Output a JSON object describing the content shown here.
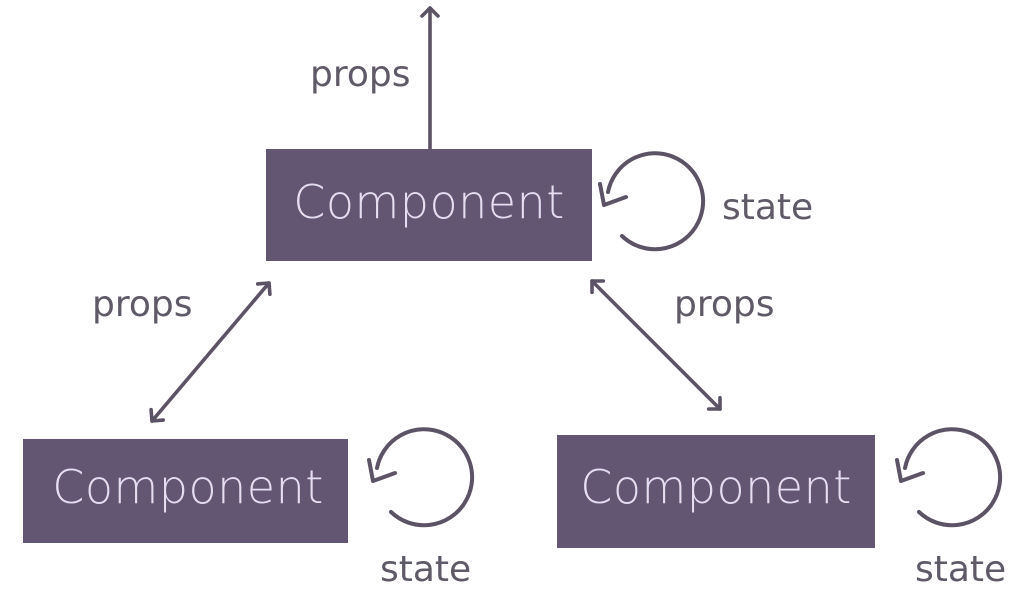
{
  "colors": {
    "box_fill": "#625672",
    "box_text": "#e5def0",
    "line": "#5d5367",
    "label": "#5f5968",
    "background": "#ffffff"
  },
  "components": {
    "top": {
      "label": "Component"
    },
    "bottom_left": {
      "label": "Component"
    },
    "bottom_right": {
      "label": "Component"
    }
  },
  "labels": {
    "props_top": "props",
    "props_left": "props",
    "props_right": "props",
    "state_top": "state",
    "state_bottom_left": "state",
    "state_bottom_right": "state"
  },
  "icons": {
    "state_loop": "circular-arrow-icon",
    "props_up": "arrow-up-icon",
    "props_link": "double-arrow-icon"
  }
}
